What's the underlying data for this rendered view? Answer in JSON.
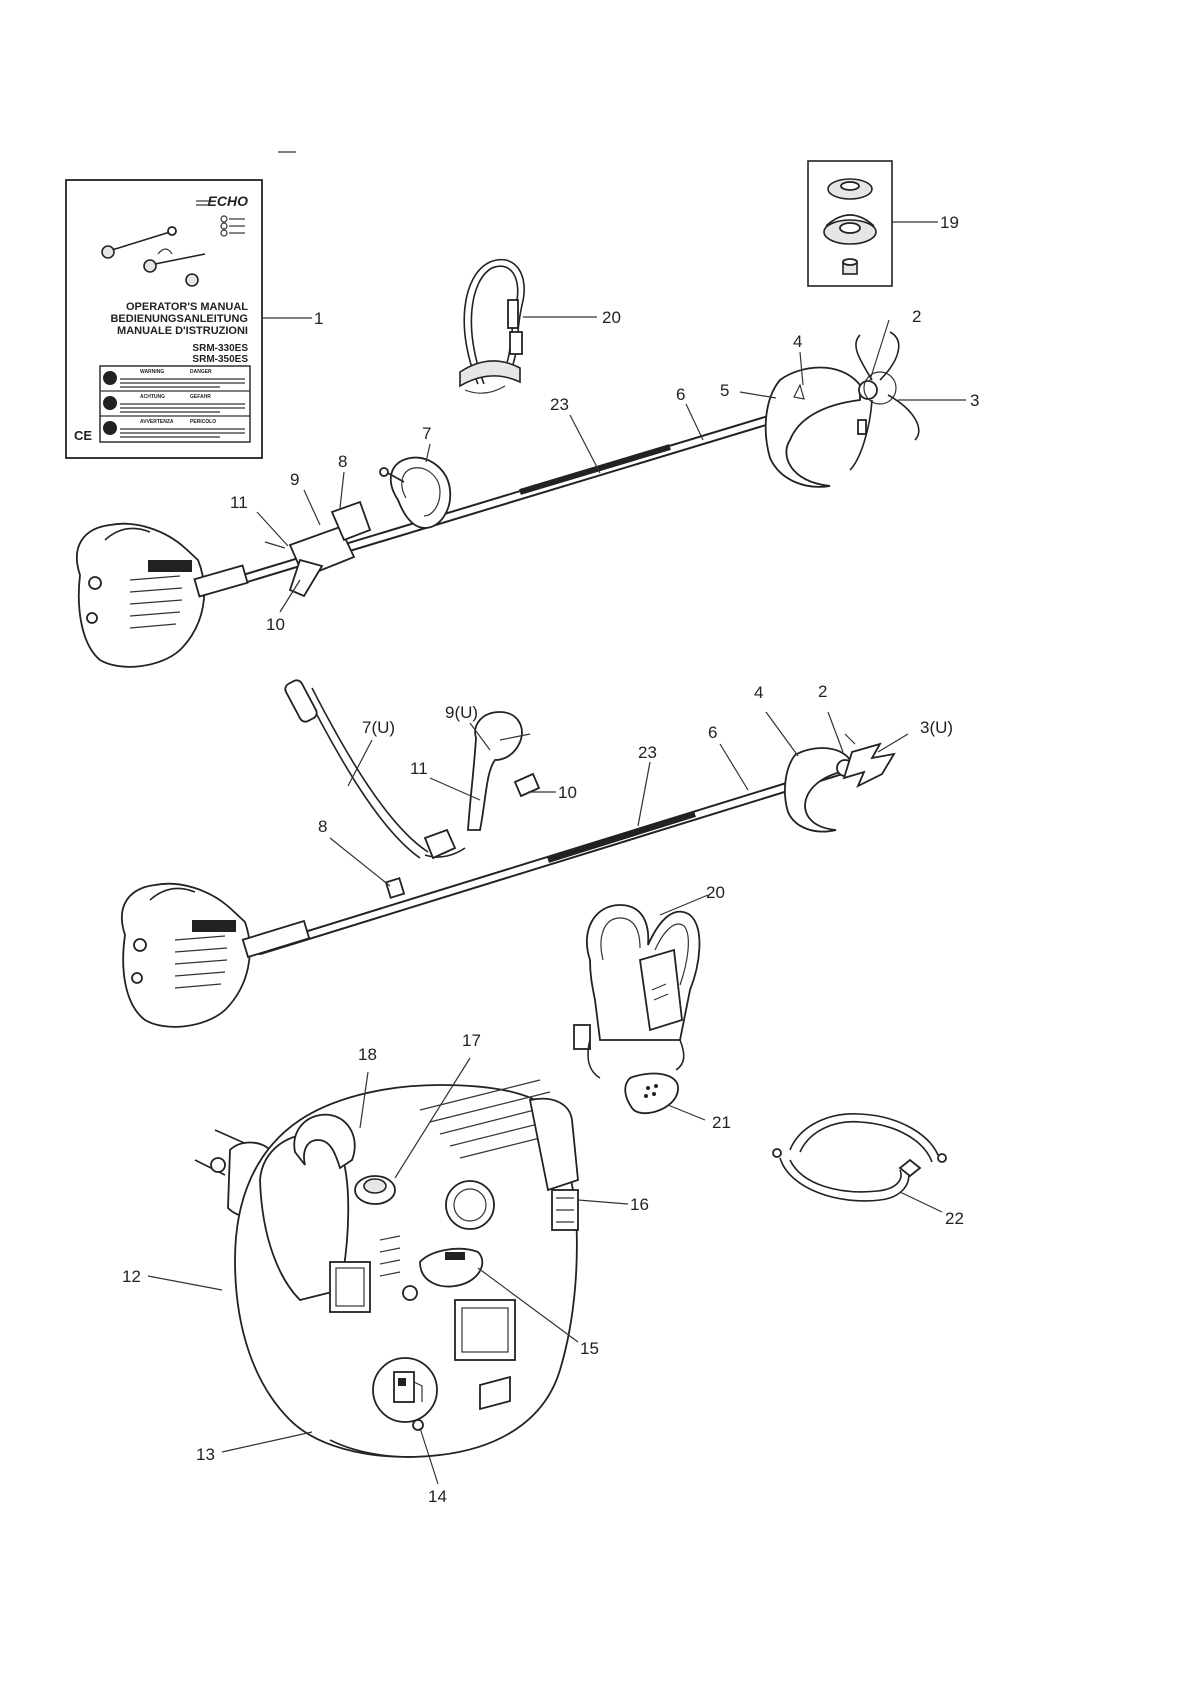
{
  "manual": {
    "brand": "ECHO",
    "title_en": "OPERATOR'S MANUAL",
    "title_de": "BEDIENUNGSANLEITUNG",
    "title_it": "MANUALE D'ISTRUZIONI",
    "model_1": "SRM-330ES",
    "model_2": "SRM-350ES",
    "warn_1": "WARNING",
    "danger_1": "DANGER",
    "warn_2": "ACHTUNG",
    "danger_2": "GEFAHR",
    "warn_3": "AVVERTENZA",
    "danger_3": "PERICOLO",
    "ce_mark": "CE"
  },
  "callouts": {
    "c1": "1",
    "c2a": "2",
    "c3a": "3",
    "c4a": "4",
    "c5a": "5",
    "c6a": "6",
    "c7a": "7",
    "c8a": "8",
    "c9a": "9",
    "c10a": "10",
    "c11a": "11",
    "c23a": "23",
    "c19": "19",
    "c20a": "20",
    "c2b": "2",
    "c3b": "3(U)",
    "c4b": "4",
    "c6b": "6",
    "c7b": "7(U)",
    "c8b": "8",
    "c9b": "9(U)",
    "c10b": "10",
    "c11b": "11",
    "c23b": "23",
    "c20b": "20",
    "c21": "21",
    "c22": "22",
    "c12": "12",
    "c13": "13",
    "c14": "14",
    "c15": "15",
    "c16": "16",
    "c17": "17",
    "c18": "18"
  }
}
